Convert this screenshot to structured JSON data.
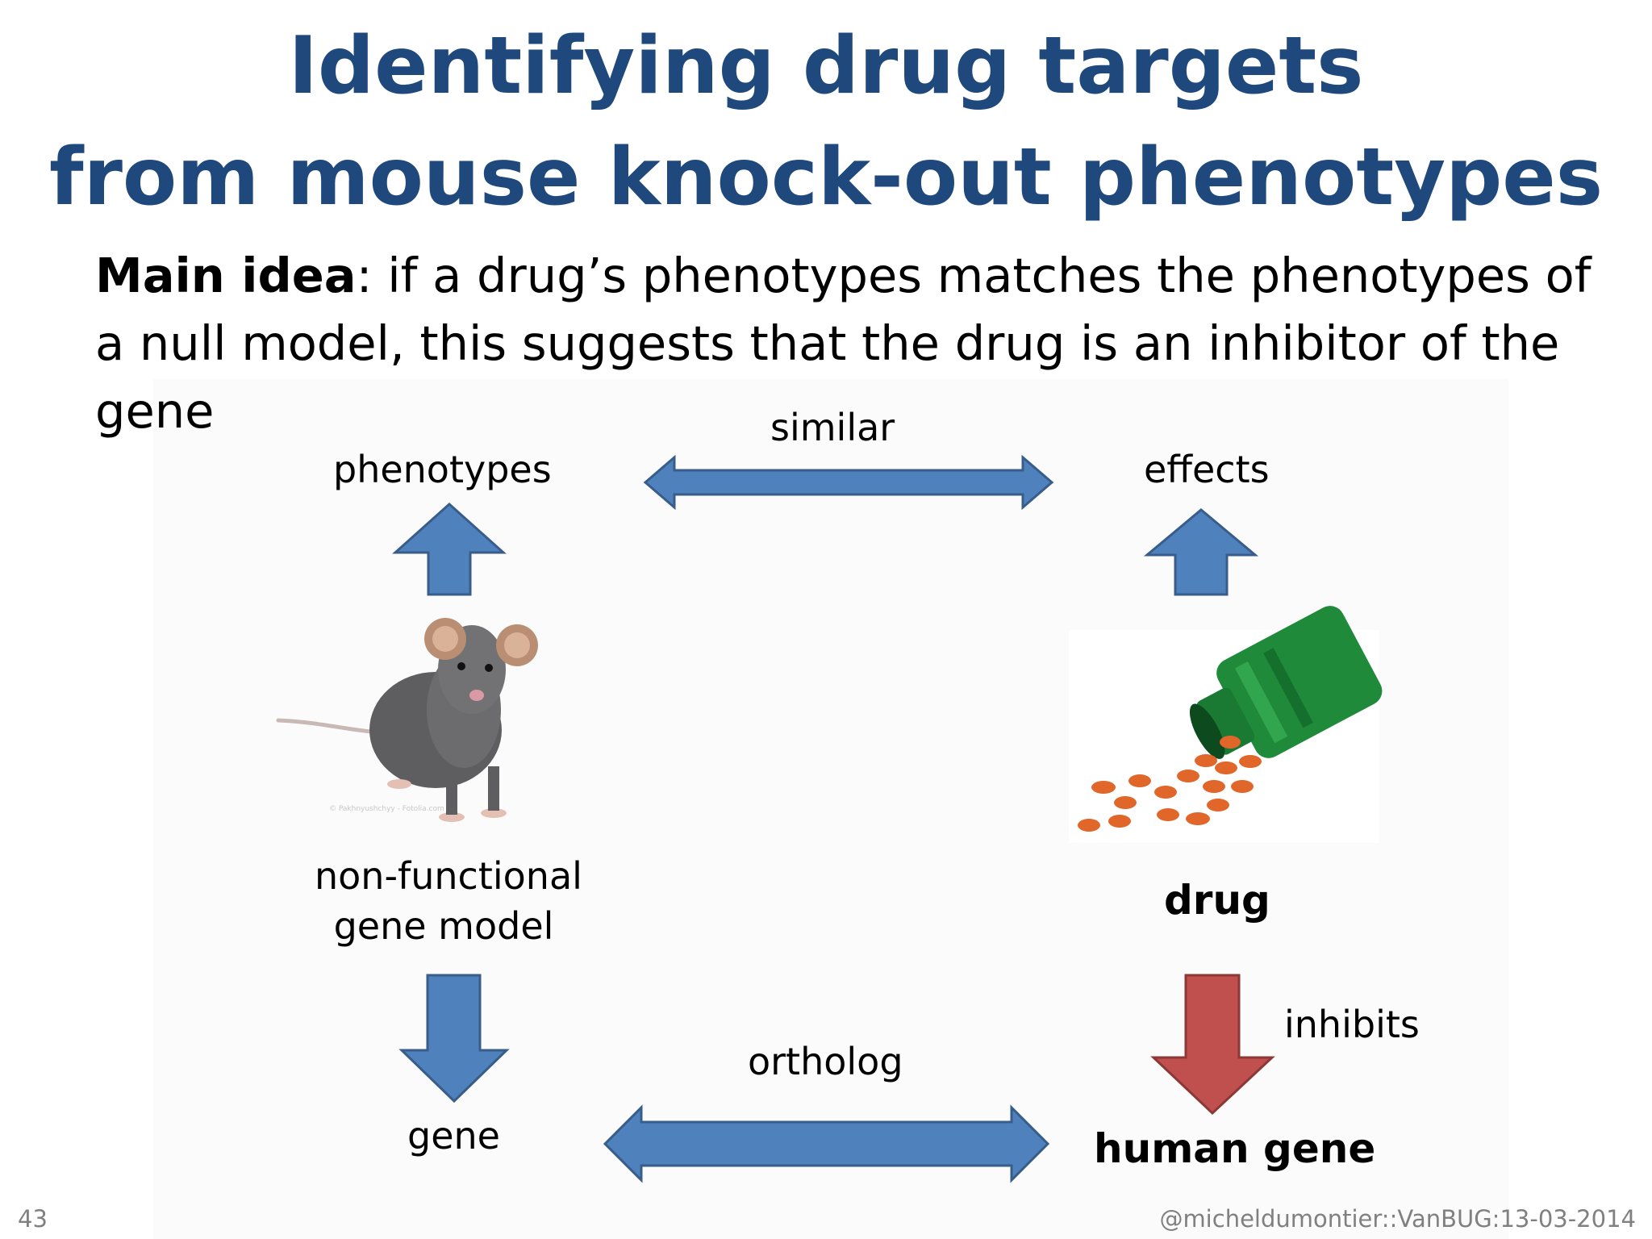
{
  "title": {
    "line1": "Identifying drug targets",
    "line2": "from mouse knock-out phenotypes"
  },
  "main_idea": {
    "label": "Main idea",
    "text": ": if a drug’s phenotypes matches the phenotypes of a null model, this suggests that the drug is an inhibitor of the gene"
  },
  "diagram": {
    "phenotypes": "phenotypes",
    "similar": "similar",
    "effects": "effects",
    "model_line1": "non-functional",
    "model_line2": "gene model",
    "drug": "drug",
    "inhibits": "inhibits",
    "ortholog": "ortholog",
    "gene": "gene",
    "human_gene": "human gene",
    "image_credit": "© Pakhnyushchyy - Fotolia.com"
  },
  "colors": {
    "title": "#1f497d",
    "arrow_blue": "#4f81bd",
    "arrow_blue_stroke": "#385d8a",
    "arrow_red": "#c0504d",
    "arrow_red_stroke": "#8c3836",
    "pill": "#e0662a",
    "bottle": "#1f8a3a"
  },
  "footer": {
    "page_number": "43",
    "credit": "@micheldumontier::VanBUG:13-03-2014"
  }
}
